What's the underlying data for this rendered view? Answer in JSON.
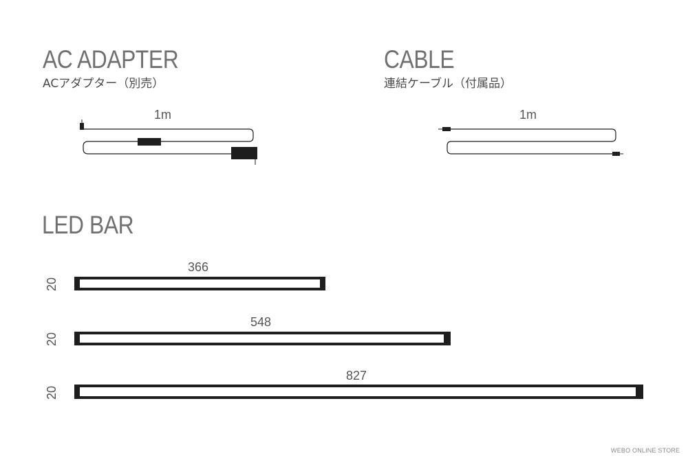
{
  "ac_adapter": {
    "title": "AC ADAPTER",
    "subtitle": "ACアダプター（別売）",
    "length_label": "1m"
  },
  "cable": {
    "title": "CABLE",
    "subtitle": "連結ケーブル（付属品）",
    "length_label": "1m"
  },
  "led_bar": {
    "title": "LED BAR",
    "bars": [
      {
        "length_label": "366",
        "height_label": "20",
        "length_mm": 366,
        "height_mm": 20
      },
      {
        "length_label": "548",
        "height_label": "20",
        "length_mm": 548,
        "height_mm": 20
      },
      {
        "length_label": "827",
        "height_label": "20",
        "length_mm": 827,
        "height_mm": 20
      }
    ]
  },
  "footer": {
    "store_name": "WEBO ONLINE STORE"
  },
  "colors": {
    "line": "#1e1e1e",
    "title": "#707070",
    "text": "#555555"
  }
}
